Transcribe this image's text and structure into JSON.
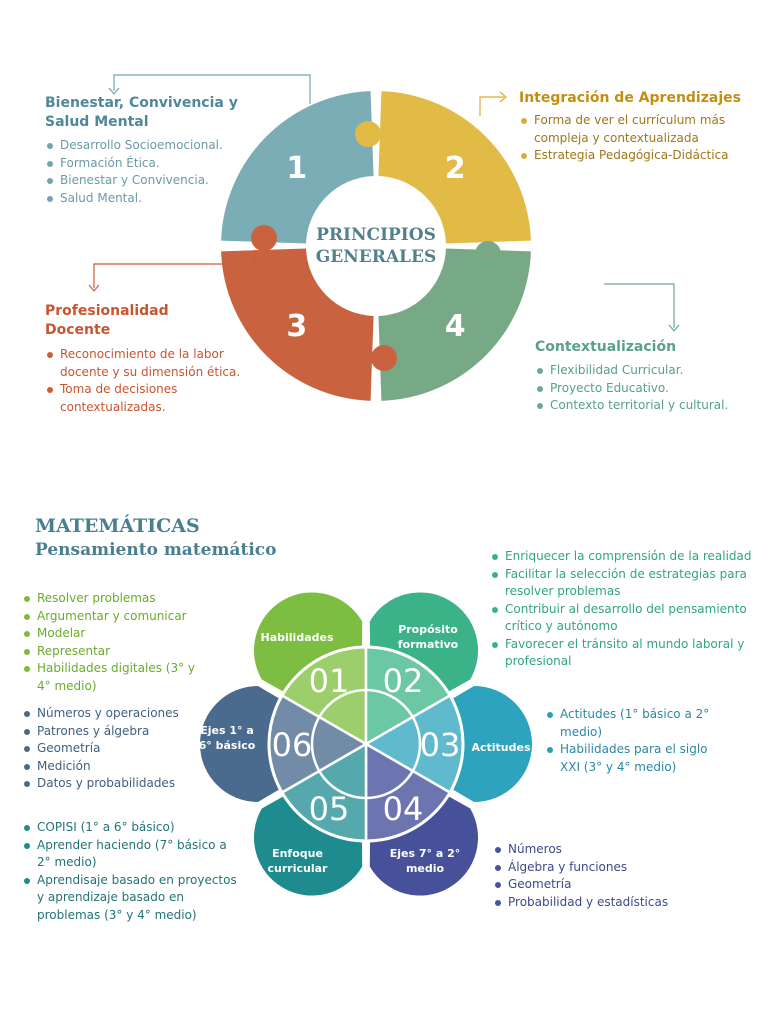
{
  "principios": {
    "center_title_line1": "PRINCIPIOS",
    "center_title_line2": "GENERALES",
    "pieces": [
      {
        "number": "1",
        "color": "#7aadb5"
      },
      {
        "number": "2",
        "color": "#e2bb47"
      },
      {
        "number": "3",
        "color": "#c8623f"
      },
      {
        "number": "4",
        "color": "#77a986"
      }
    ],
    "blocks": [
      {
        "title": "Bienestar, Convivencia y Salud Mental",
        "items": [
          "Desarrollo Socioemocional.",
          "Formación Ética.",
          "Bienestar y Convivencia.",
          "Salud Mental."
        ]
      },
      {
        "title": "Integración de Aprendizajes",
        "items": [
          "Forma de ver el currículum más compleja y contextualizada",
          "Estrategia Pedagógica-Didáctica"
        ]
      },
      {
        "title": "Profesionalidad Docente",
        "items": [
          "Reconocimiento de la labor docente y su dimensión ética.",
          "Toma de decisiones contextualizadas."
        ]
      },
      {
        "title": "Contextualización",
        "items": [
          "Flexibilidad Curricular.",
          "Proyecto Educativo.",
          "Contexto territorial y cultural."
        ]
      }
    ]
  },
  "matematicas": {
    "title": "MATEMÁTICAS",
    "subtitle": "Pensamiento matemático",
    "petals": [
      {
        "num": "01",
        "label": "Habilidades",
        "color": "#7dbd42",
        "inner": "#9cce6c"
      },
      {
        "num": "02",
        "label": "Propósito formativo",
        "color": "#3bb287",
        "inner": "#6cc7a5"
      },
      {
        "num": "03",
        "label": "Actitudes",
        "color": "#2ea3bd",
        "inner": "#5fbacd"
      },
      {
        "num": "04",
        "label": "Ejes 7° a 2° medio",
        "color": "#47519a",
        "inner": "#6d75b0"
      },
      {
        "num": "05",
        "label": "Enfoque curricular",
        "color": "#1e8b8f",
        "inner": "#55a8ab"
      },
      {
        "num": "06",
        "label": "Ejes 1° a 6° básico",
        "color": "#4a6b8d",
        "inner": "#728ca8"
      }
    ],
    "lists": {
      "habilidades": [
        "Resolver problemas",
        "Argumentar y comunicar",
        "Modelar",
        "Representar",
        "Habilidades digitales (3° y 4° medio)"
      ],
      "proposito": [
        "Enriquecer la comprensión de la realidad",
        "Facilitar la selección de estrategias para resolver problemas",
        "Contribuir al desarrollo del pensamiento crítico y autónomo",
        "Favorecer el tránsito al mundo laboral y profesional"
      ],
      "actitudes": [
        "Actitudes (1° básico a 2° medio)",
        "Habilidades para el siglo XXI (3° y 4° medio)"
      ],
      "ejes_basico": [
        "Números y operaciones",
        "Patrones y álgebra",
        "Geometría",
        "Medición",
        "Datos y probabilidades"
      ],
      "enfoque": [
        "COPISI (1° a 6° básico)",
        "Aprender haciendo (7° básico a 2° medio)",
        "Aprendisaje basado en proyectos y aprendizaje basado en problemas (3° y 4° medio)"
      ],
      "ejes_medio": [
        "Números",
        "Álgebra y funciones",
        "Geometría",
        "Probabilidad y estadísticas"
      ]
    }
  }
}
